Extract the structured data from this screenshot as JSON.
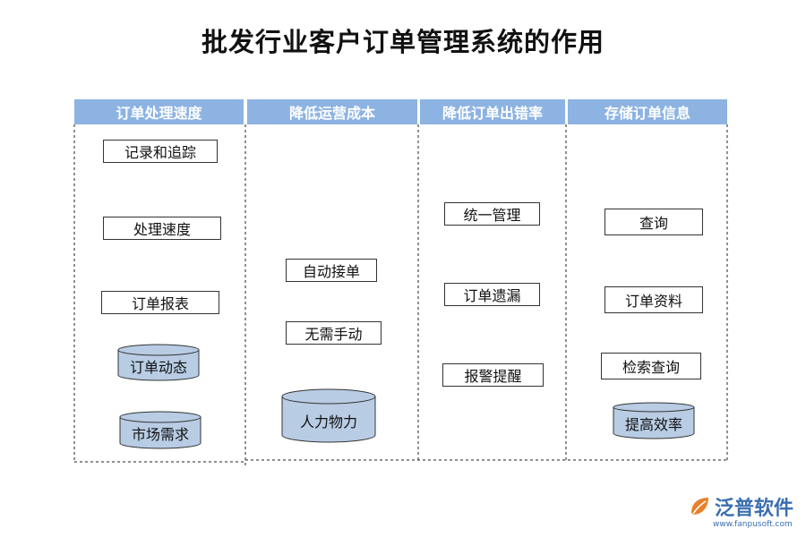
{
  "title": "批发行业客户订单管理系统的作用",
  "columns": [
    {
      "header": "订单处理速度",
      "items": [
        "记录和追踪",
        "处理速度",
        "订单报表",
        "订单动态",
        "市场需求"
      ]
    },
    {
      "header": "降低运营成本",
      "items": [
        "自动接单",
        "无需手动",
        "人力物力"
      ]
    },
    {
      "header": "降低订单出错率",
      "items": [
        "统一管理",
        "订单遗漏",
        "报警提醒"
      ]
    },
    {
      "header": "存储订单信息",
      "items": [
        "查询",
        "订单资料",
        "检索查询",
        "提高效率"
      ]
    }
  ],
  "logo": {
    "name": "泛普软件",
    "url": "www.fanpusoft.com"
  },
  "colors": {
    "header_bg": "#8db3e2",
    "cylinder_fill": "#b8cce4",
    "logo": "#3a6fb0"
  }
}
